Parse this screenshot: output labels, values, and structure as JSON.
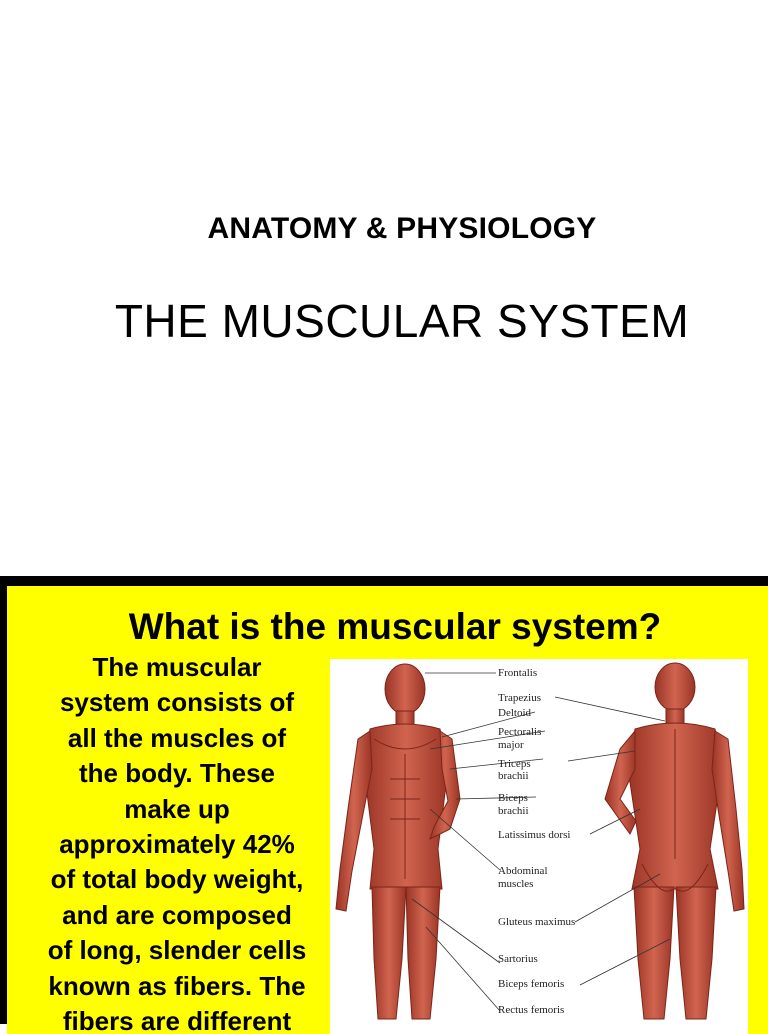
{
  "slide_title": {
    "subtitle": "ANATOMY & PHYSIOLOGY",
    "title": "THE MUSCULAR SYSTEM"
  },
  "slide_question": {
    "heading": "What is the muscular system?",
    "body_lines": [
      "The muscular",
      "system consists of",
      "all the muscles of",
      "the body. These",
      "make up",
      "approximately 42%",
      "of total body weight,",
      "and are composed",
      "of long, slender cells",
      "known as fibers. The",
      "fibers are different"
    ],
    "figure_labels": [
      "Frontalis",
      "Trapezius",
      "Deltoid",
      "Pectoralis",
      "major",
      "Triceps",
      "brachii",
      "Biceps",
      "brachii",
      "Latissimus dorsi",
      "Abdominal",
      "muscles",
      "Gluteus maximus",
      "Sartorius",
      "Biceps femoris",
      "Rectus femoris"
    ]
  },
  "colors": {
    "slide2_background": "#ffff00",
    "slide2_border": "#000000",
    "muscle": "#c0503f",
    "muscle_dark": "#8e2f22"
  }
}
